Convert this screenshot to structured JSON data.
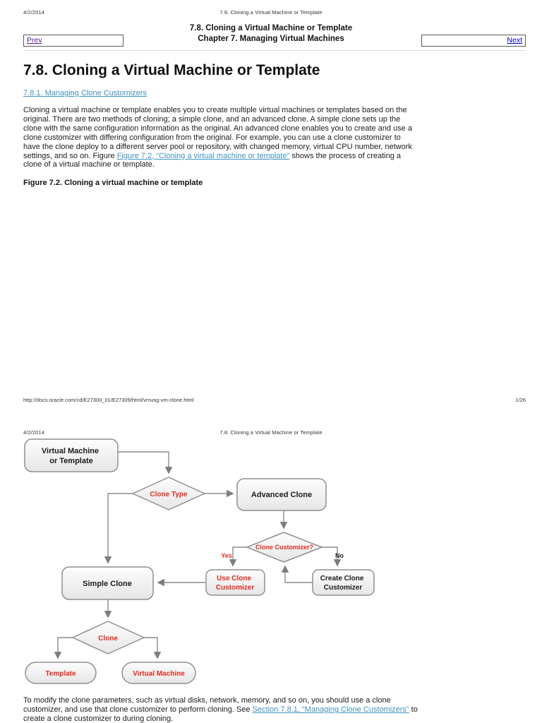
{
  "colors": {
    "accent_red": "#e02b20",
    "link_teal": "#3f92c0",
    "link_blue": "#0000cc",
    "link_purple": "#551a8b",
    "node_border": "#8f8f8f",
    "arrow_gray": "#7d7d7d"
  },
  "page1": {
    "meta_date": "4/2/2014",
    "meta_title": "7.8. Cloning a Virtual Machine or Template",
    "nav": {
      "title": "7.8. Cloning a Virtual Machine or Template",
      "subtitle": "Chapter 7. Managing Virtual Machines",
      "prev": "Prev",
      "next": "Next"
    },
    "heading": "7.8. Cloning a Virtual Machine or Template",
    "toc_link": "7.8.1. Managing Clone Customizers",
    "intro": {
      "before_link": "Cloning a virtual machine or template enables you to create multiple virtual machines or templates based on the original. There are two methods of cloning; a simple clone, and an advanced clone. A simple clone sets up the clone with the same configuration information as the original. An advanced clone enables you to create and use a clone customizer with differing configuration from the original. For example, you can use a clone customizer to have the clone deploy to a different server pool or repository, with changed memory, virtual CPU number, network settings, and so on. Figure ",
      "link": "Figure 7.2, “Cloning a virtual machine or template”",
      "after_link": " shows the process of creating a clone of a virtual machine or template."
    },
    "figure_caption": "Figure 7.2. Cloning a virtual machine or template",
    "footer": {
      "url": "http://docs.oracle.com/cd/E27300_01/E27309/html/vmusg-vm-clone.html",
      "page": "1/26"
    }
  },
  "page2": {
    "meta_date": "4/2/2014",
    "meta_title": "7.8. Cloning a Virtual Machine or Template",
    "flowchart": {
      "vm_or_template_line1": "Virtual Machine",
      "vm_or_template_line2": "or Template",
      "clone_type": "Clone Type",
      "advanced_clone": "Advanced Clone",
      "clone_customizer_q": "Clone Customizer?",
      "yes": "Yes",
      "no": "No",
      "use_clone_line1": "Use Clone",
      "use_clone_line2": "Customizer",
      "create_clone_line1": "Create Clone",
      "create_clone_line2": "Customizer",
      "simple_clone": "Simple Clone",
      "clone": "Clone",
      "template": "Template",
      "virtual_machine": "Virtual Machine"
    },
    "outro": {
      "line1": "To modify the clone parameters, such as virtual disks, network, memory, and so on, you should use a clone",
      "line2_before": "customizer, and use that clone customizer to perform cloning. See ",
      "line2_link": "Section 7.8.1, “Managing Clone Customizers”",
      "line2_after": " to",
      "line3": "create a clone customizer to during cloning."
    }
  }
}
